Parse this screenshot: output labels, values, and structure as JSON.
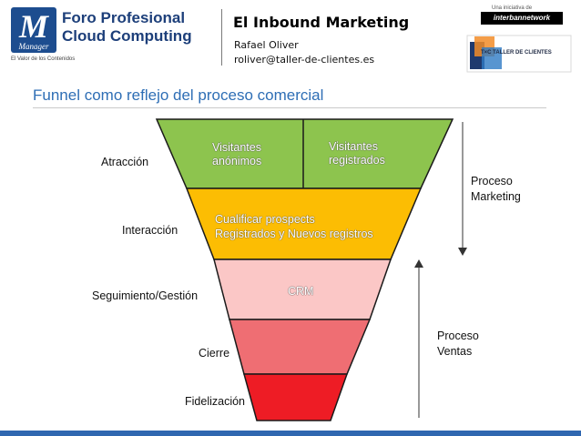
{
  "header": {
    "logo_letter": "M",
    "logo_sub": "Manager",
    "brand_line1": "Foro Profesional",
    "brand_line2": "Cloud Computing",
    "brand_tagline": "El Valor de los Contenidos",
    "deck_title": "El Inbound Marketing",
    "author": "Rafael Oliver",
    "email": "roliver@taller-de-clientes.es",
    "initiative_label": "Una iniciativa de",
    "initiative_partner": "interbannetwork",
    "tdc_text": "T×C  TALLER DE CLIENTES"
  },
  "slide": {
    "title": "Funnel como reflejo del proceso comercial"
  },
  "stages": {
    "atraccion": "Atracción",
    "interaccion": "Interacción",
    "seguimiento": "Seguimiento/Gestión",
    "cierre": "Cierre",
    "fidelizacion": "Fidelización"
  },
  "funnel": {
    "visitantes_anonimos": [
      "Visitantes",
      "anónimos"
    ],
    "visitantes_registrados": [
      "Visitantes",
      "registrados"
    ],
    "cualificar": [
      "Cualificar prospects",
      "Registrados y Nuevos registros"
    ],
    "crm": "CRM",
    "colors": {
      "attraction": "#8dc44e",
      "interaction": "#fcbd03",
      "follow_up": "#fbc7c6",
      "close": "#ef6e73",
      "loyalty": "#ee1c25",
      "stroke": "#1a1a1a"
    }
  },
  "side": {
    "marketing": [
      "Proceso",
      "Marketing"
    ],
    "ventas": [
      "Proceso",
      "Ventas"
    ]
  },
  "theme": {
    "title_color": "#2e6eb5",
    "brand_blue": "#1d4d8f",
    "bottom_bar": "#2f67b0"
  }
}
